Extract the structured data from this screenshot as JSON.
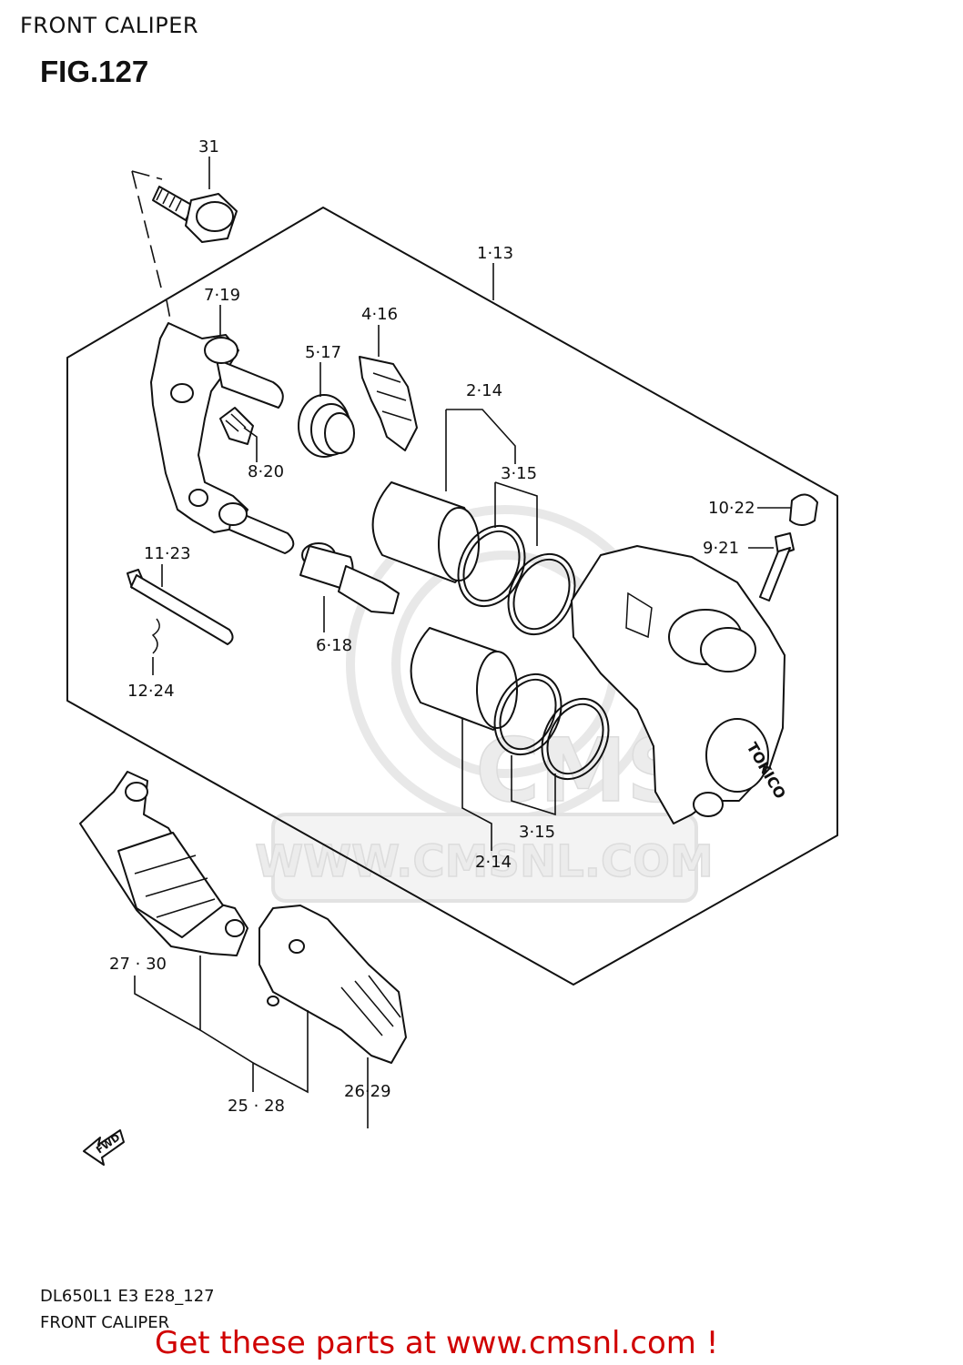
{
  "header": {
    "title": "FRONT CALIPER",
    "figure": "FIG.127"
  },
  "callouts": {
    "c31": "31",
    "c1_13": "1·13",
    "c7_19": "7·19",
    "c4_16": "4·16",
    "c5_17": "5·17",
    "c2_14_top": "2·14",
    "c8_20": "8·20",
    "c3_15_top": "3·15",
    "c10_22": "10·22",
    "c9_21": "9·21",
    "c11_23": "11·23",
    "c6_18": "6·18",
    "c12_24": "12·24",
    "c3_15_bottom": "3·15",
    "c2_14_bottom": "2·14",
    "c27_30": "27 · 30",
    "c25_28": "25 · 28",
    "c26_29": "26·29"
  },
  "caliper_brand": "TOKICO",
  "fwd_marker": "FWD",
  "watermark": {
    "text": "WWW.CMSNL.COM",
    "logo": "CMS"
  },
  "footer": {
    "model_code": "DL650L1 E3 E28_127",
    "diagram_name": "FRONT CALIPER",
    "cta": "Get these parts at www.cmsnl.com !"
  }
}
